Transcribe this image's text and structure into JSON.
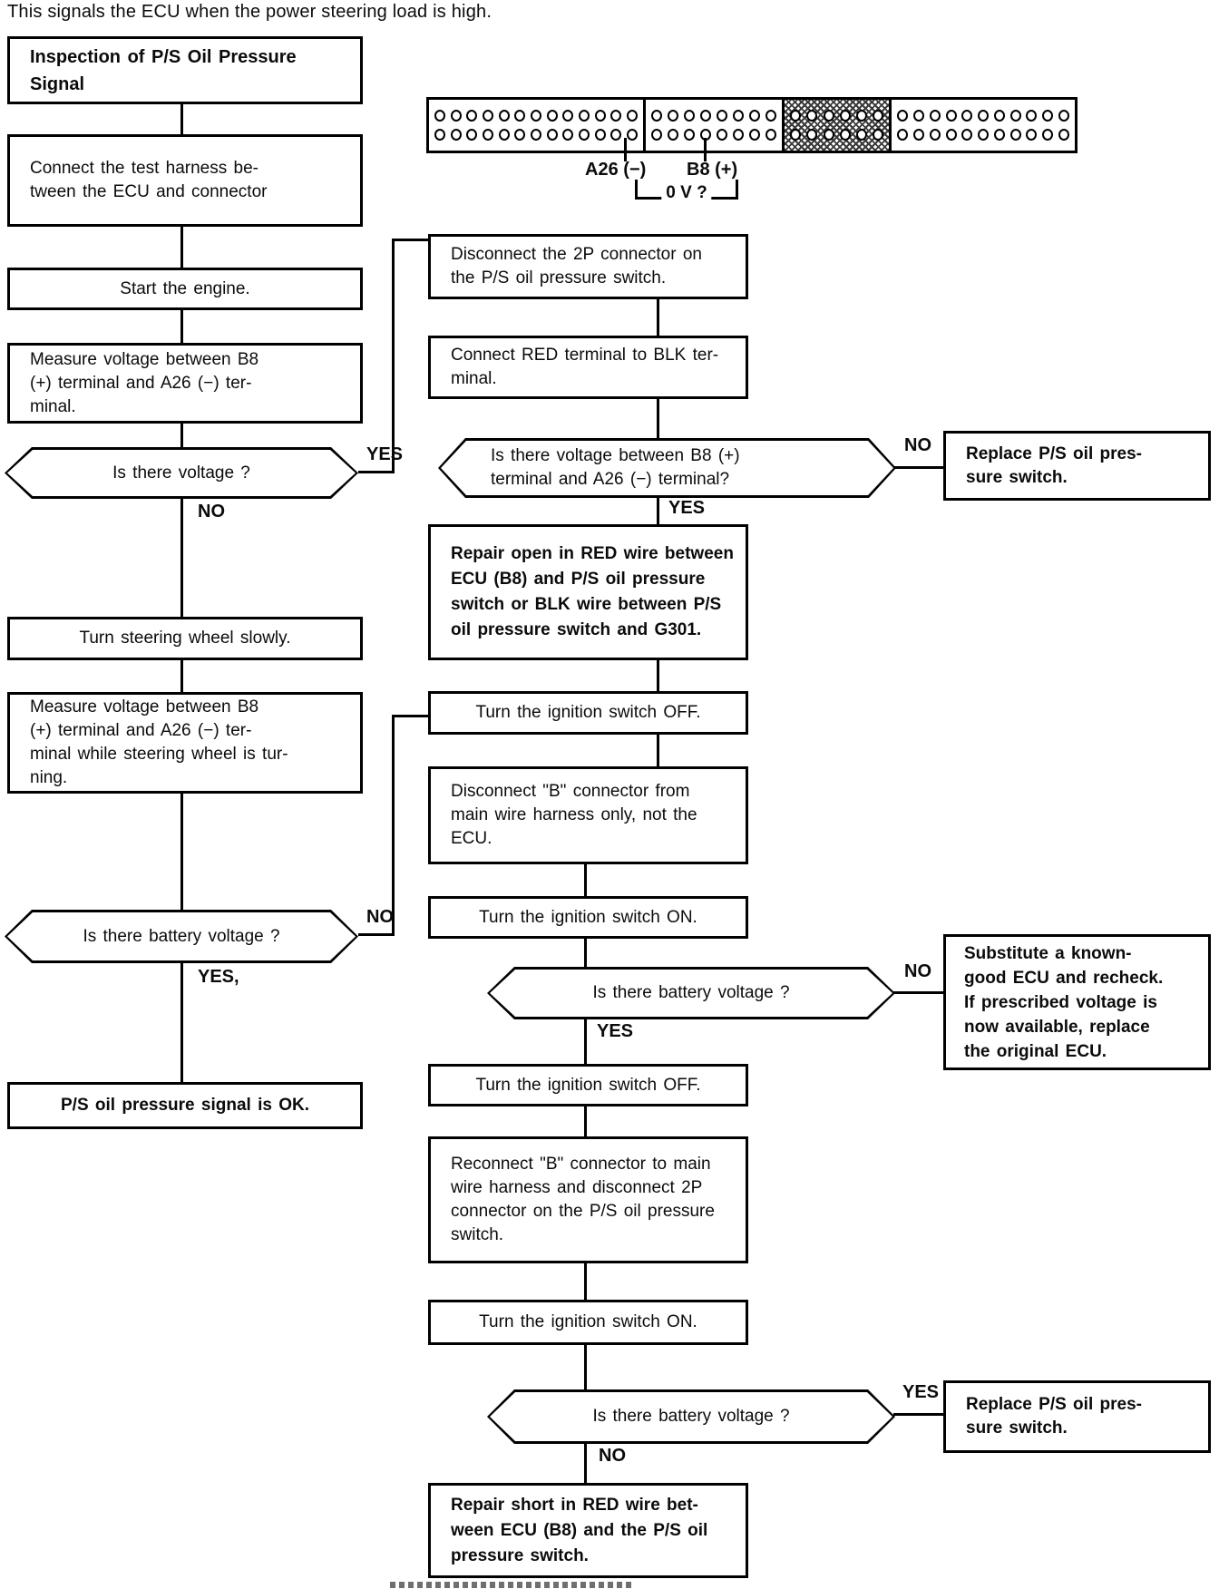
{
  "page": {
    "intro": "This signals the ECU when the power steering load is high.",
    "title": "Inspection of P/S Oil Pressure\nSignal"
  },
  "connector": {
    "sections": [
      {
        "pins": 13,
        "hatched": false
      },
      {
        "pins": 8,
        "hatched": false
      },
      {
        "pins": 6,
        "hatched": true
      },
      {
        "pins": 11,
        "hatched": false
      }
    ],
    "label_a26": "A26 (−)",
    "label_b8": "B8 (+)",
    "label_voltage": "0 V ?"
  },
  "left": {
    "connect_harness": "Connect the test harness be-\ntween the ECU and connector",
    "start_engine": "Start the engine.",
    "measure_voltage": "Measure voltage between B8\n(+) terminal and A26 (−) ter-\nminal.",
    "is_voltage": "Is there voltage ?",
    "is_voltage_yes": "YES",
    "is_voltage_no": "NO",
    "turn_steering": "Turn steering wheel slowly.",
    "measure_turning": "Measure voltage between B8\n(+) terminal and A26 (−) ter-\nminal while steering wheel is tur-\nning.",
    "is_battery": "Is there battery voltage ?",
    "is_battery_no": "NO",
    "is_battery_yes": "YES,",
    "signal_ok": "P/S oil pressure signal is OK."
  },
  "middle": {
    "disconnect_2p": "Disconnect the 2P connector on\nthe P/S oil pressure switch.",
    "connect_red": "Connect RED terminal to BLK ter-\nminal.",
    "is_voltage_b8": "Is there voltage between B8 (+)\nterminal and A26 (−) terminal?",
    "is_voltage_b8_no": "NO",
    "is_voltage_b8_yes": "YES",
    "repair_open": "Repair open in RED wire between\nECU (B8) and P/S oil pressure\nswitch or BLK wire between P/S\noil pressure switch and G301.",
    "ignition_off_1": "Turn the ignition switch OFF.",
    "disconnect_b": "Disconnect \"B\" connector from\nmain wire harness only, not the\nECU.",
    "ignition_on_1": "Turn the ignition switch ON.",
    "is_battery_1": "Is there battery voltage ?",
    "is_battery_1_no": "NO",
    "is_battery_1_yes": "YES",
    "ignition_off_2": "Turn the ignition switch OFF.",
    "reconnect_b": "Reconnect \"B\" connector to main\nwire harness and disconnect 2P\nconnector on the P/S oil pressure\nswitch.",
    "ignition_on_2": "Turn the ignition switch ON.",
    "is_battery_2": "Is there battery voltage ?",
    "is_battery_2_yes": "YES",
    "is_battery_2_no": "NO",
    "repair_short": "Repair short in RED wire bet-\nween ECU (B8) and the P/S oil\npressure switch."
  },
  "right": {
    "replace_switch_1": "Replace P/S oil pres-\nsure switch.",
    "substitute_ecu": "Substitute a known-\ngood ECU and recheck.\nIf prescribed voltage is\nnow available, replace\nthe original ECU.",
    "replace_switch_2": "Replace P/S oil pres-\nsure switch."
  }
}
